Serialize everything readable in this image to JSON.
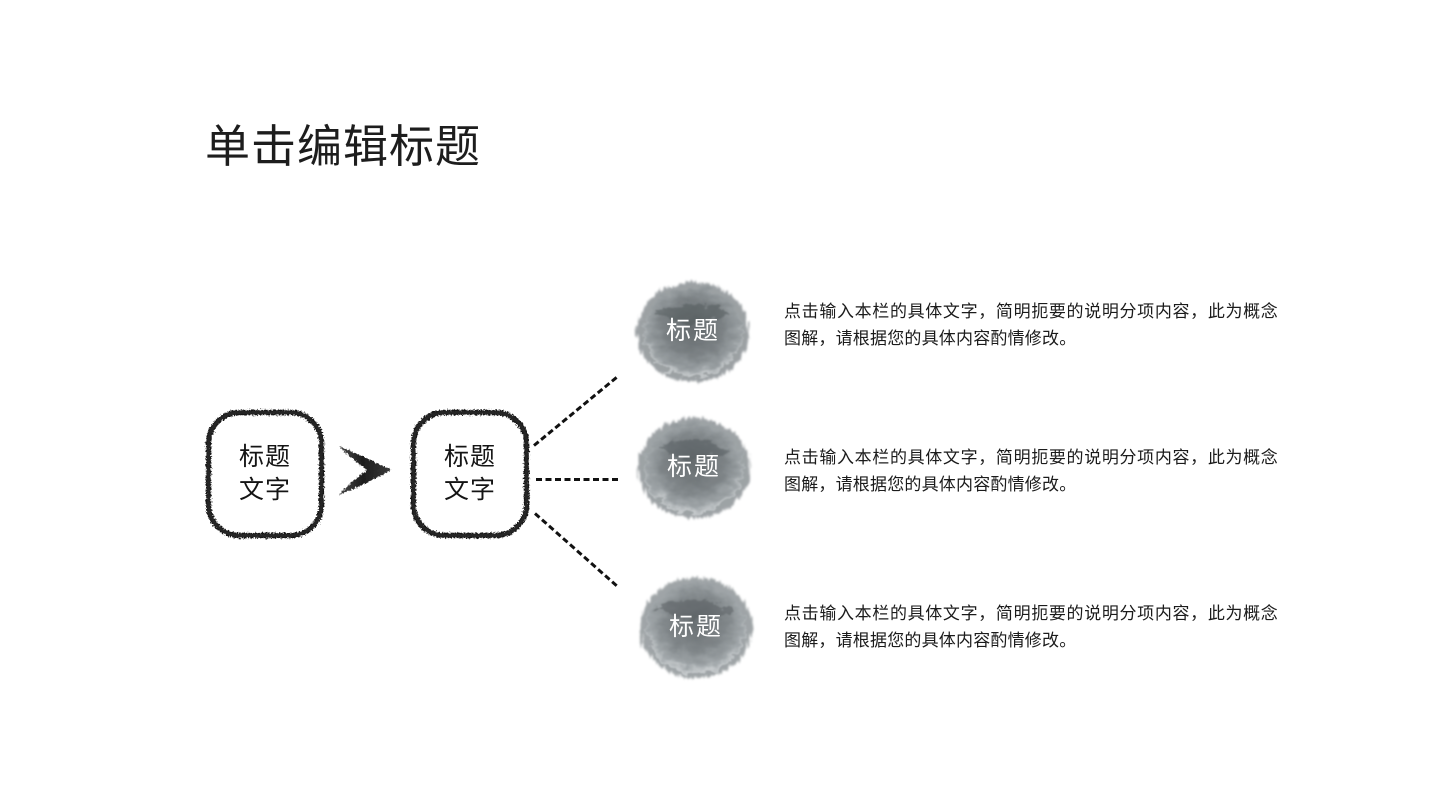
{
  "slide": {
    "background_color": "#ffffff",
    "title": "单击编辑标题"
  },
  "flow": {
    "boxes": [
      {
        "label": "标题\n文字"
      },
      {
        "label": "标题\n文字"
      }
    ],
    "arrow_icon": "brush-chevron-right-icon"
  },
  "items": [
    {
      "circle_label": "标题",
      "description": "点击输入本栏的具体文字，简明扼要的说明分项内容，此为概念图解，请根据您的具体内容酌情修改。"
    },
    {
      "circle_label": "标题",
      "description": "点击输入本栏的具体文字，简明扼要的说明分项内容，此为概念图解，请根据您的具体内容酌情修改。"
    },
    {
      "circle_label": "标题",
      "description": "点击输入本栏的具体文字，简明扼要的说明分项内容，此为概念图解，请根据您的具体内容酌情修改。"
    }
  ],
  "colors": {
    "title_text": "#1d1d1d",
    "body_text": "#1b1b1b",
    "ink_gray": "#7c8184",
    "ink_dark": "#5a6063",
    "box_border": "#1a1a1a",
    "connector": "#111111",
    "circle_label_text": "#ffffff"
  }
}
